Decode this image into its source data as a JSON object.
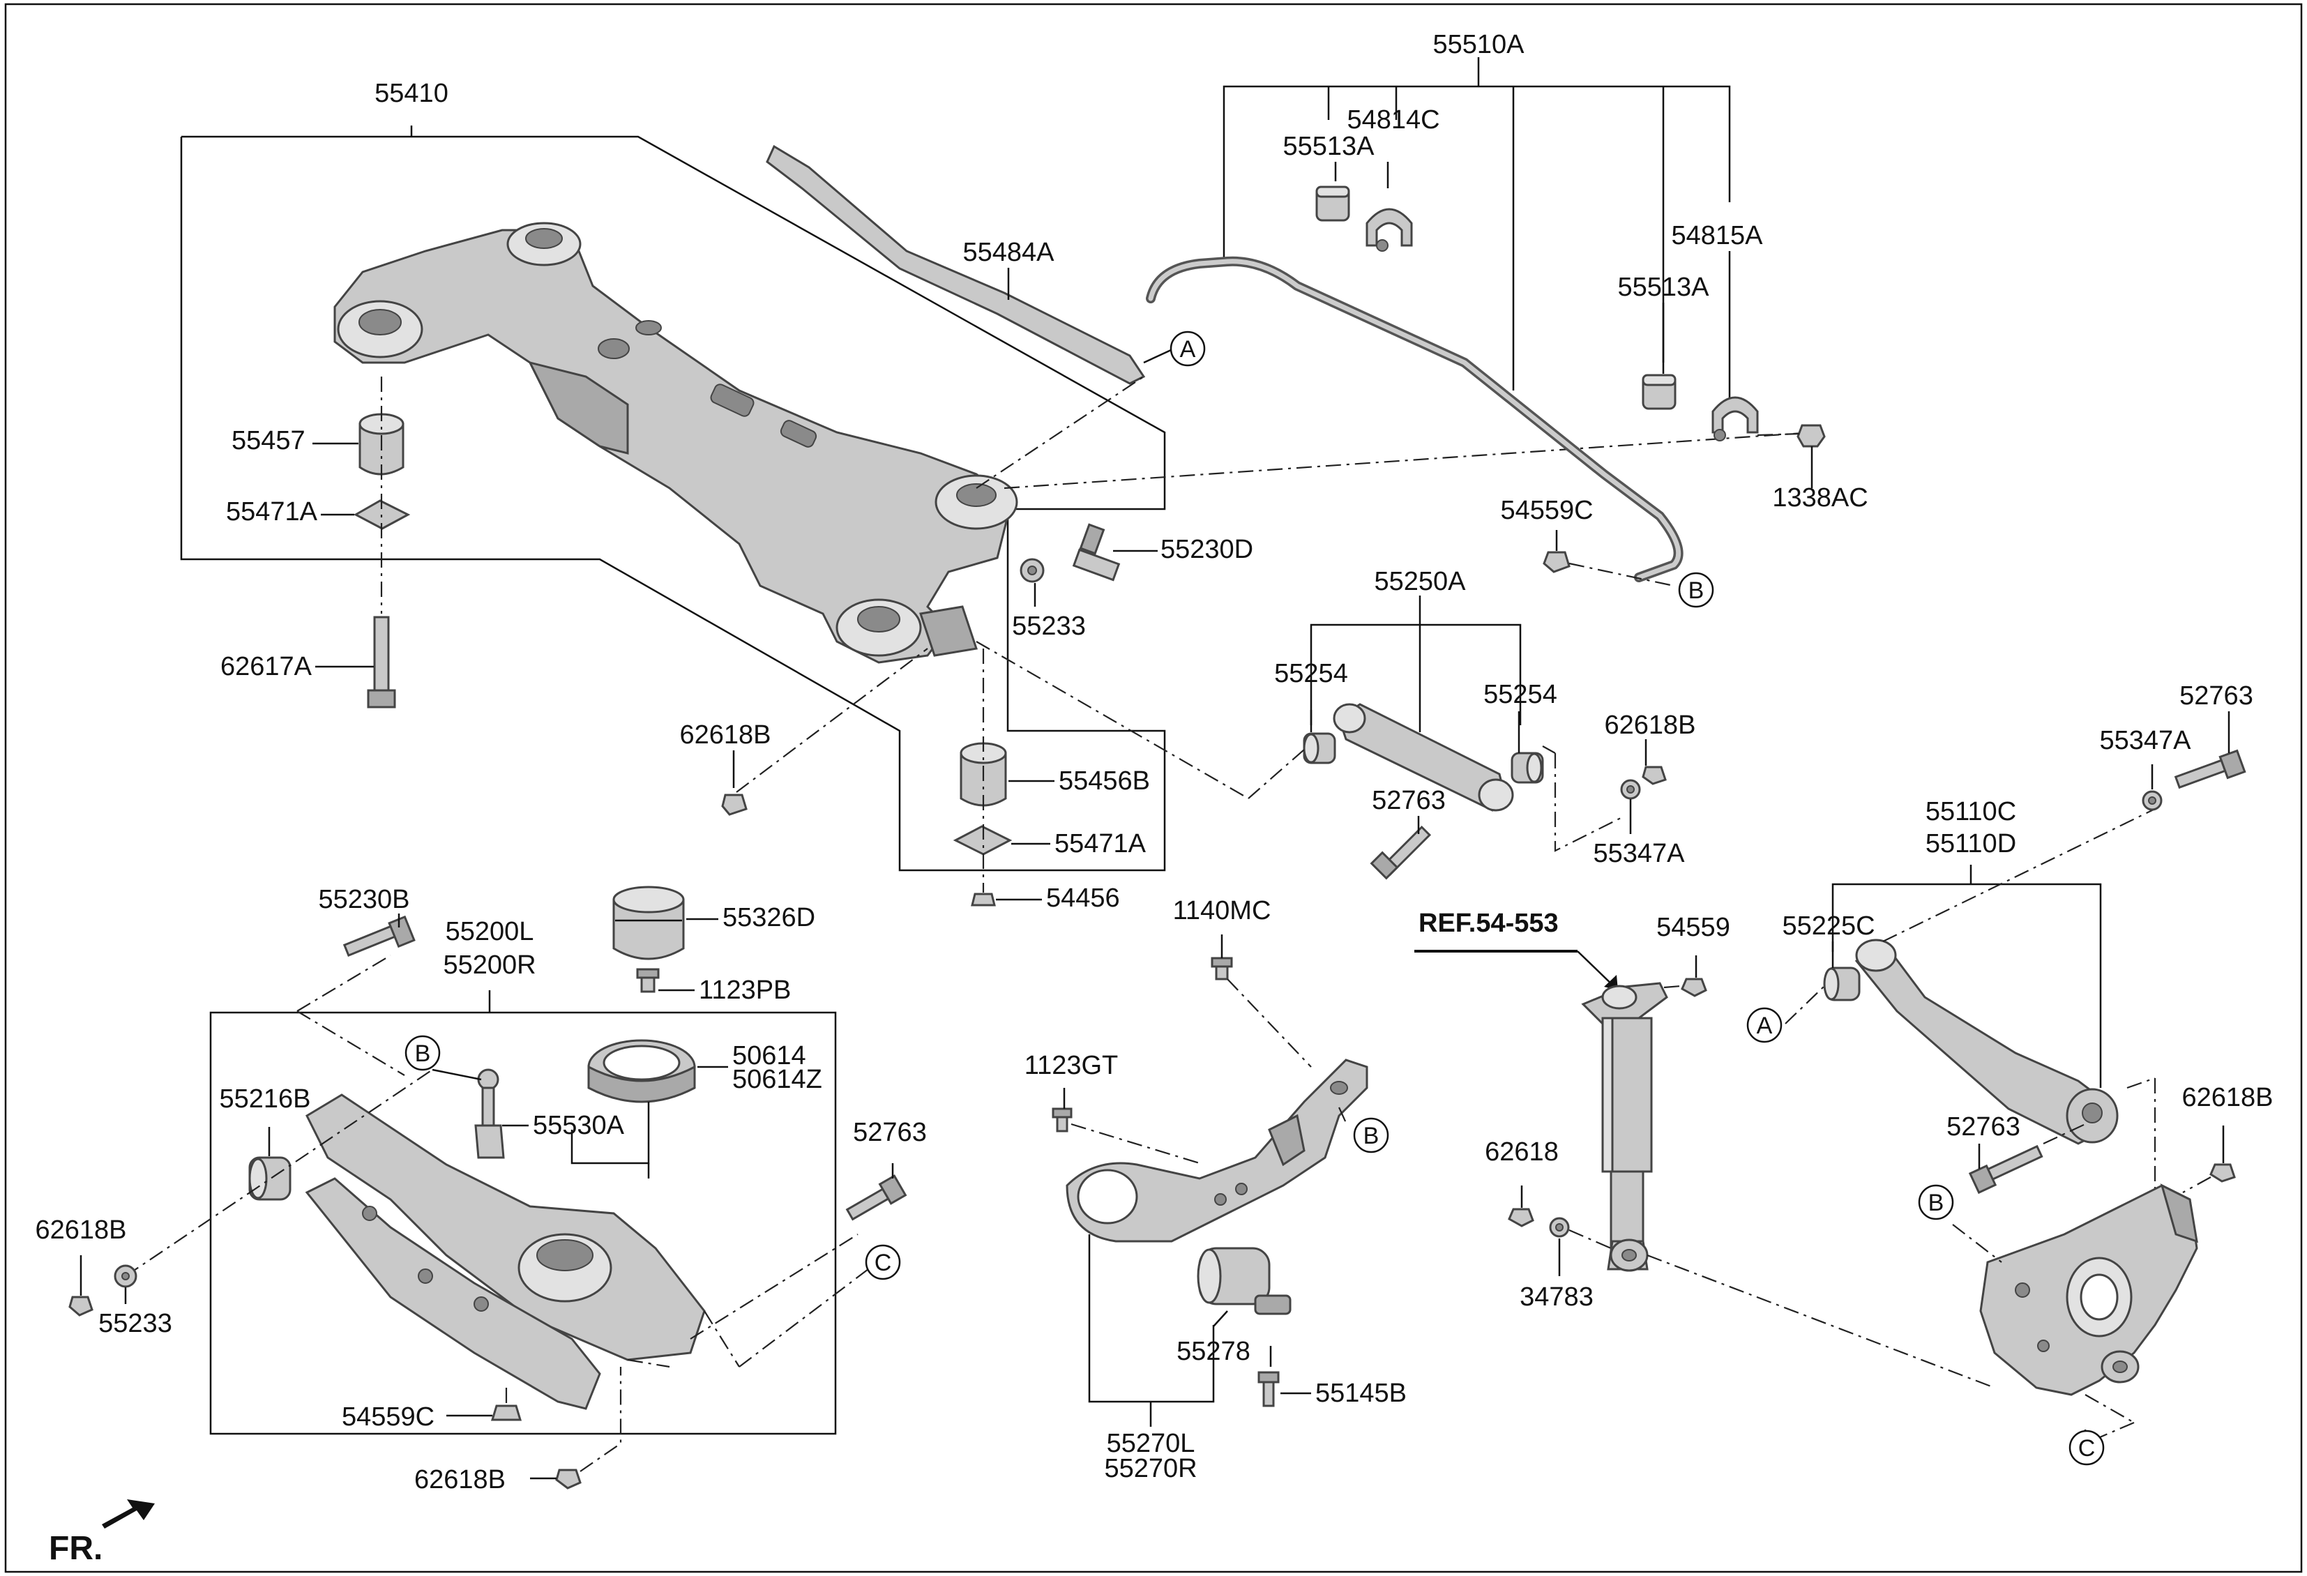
{
  "labels": {
    "p55410": "55410",
    "p55484A": "55484A",
    "p55510A": "55510A",
    "p54814C": "54814C",
    "p55513A_top": "55513A",
    "p54815A": "54815A",
    "p55513A_mid": "55513A",
    "p1338AC": "1338AC",
    "p54559C_top": "54559C",
    "p55457": "55457",
    "p55471A_left": "55471A",
    "p62617A": "62617A",
    "p55230D": "55230D",
    "p55233_top": "55233",
    "p55250A": "55250A",
    "p55254_left": "55254",
    "p55254_right": "55254",
    "p62618B_right": "62618B",
    "p52763_mid": "52763",
    "p55347A_mid": "55347A",
    "p62618B_center": "62618B",
    "p55456B": "55456B",
    "p55471A_right": "55471A",
    "p54456": "54456",
    "p52763_top": "52763",
    "p55347A_top": "55347A",
    "p55110C": "55110C",
    "p55110D": "55110D",
    "p55225C": "55225C",
    "p55230B": "55230B",
    "p55200L": "55200L",
    "p55200R": "55200R",
    "p55326D": "55326D",
    "p1123PB": "1123PB",
    "p50614": "50614",
    "p50614Z": "50614Z",
    "p55216B": "55216B",
    "p55530A": "55530A",
    "p52763_left": "52763",
    "p62618B_farleft": "62618B",
    "p55233_left": "55233",
    "p54559C_bottom": "54559C",
    "p62618B_bottom": "62618B",
    "p1140MC": "1140MC",
    "p1123GT": "1123GT",
    "p55278": "55278",
    "p55145B": "55145B",
    "p55270L": "55270L",
    "p55270R": "55270R",
    "ref": "REF.54-553",
    "p54559": "54559",
    "p62618": "62618",
    "p34783": "34783",
    "p52763_knuckle": "52763",
    "p62618B_knuckle": "62618B",
    "fr": "FR."
  },
  "callouts": {
    "A": "A",
    "B": "B",
    "C": "C"
  },
  "colors": {
    "line": "#111111",
    "part_fill": "#c9c9c9",
    "part_dark": "#a9a9a9",
    "background": "#ffffff"
  }
}
